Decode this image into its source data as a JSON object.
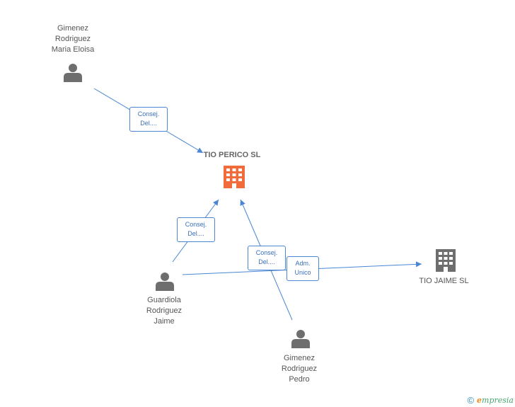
{
  "nodes": {
    "gimenez_maria": {
      "label": "Gimenez\nRodriguez\nMaria Eloisa",
      "type": "person"
    },
    "tio_perico": {
      "label": "TIO PERICO SL",
      "type": "company-main"
    },
    "guardiola_jaime": {
      "label": "Guardiola\nRodriguez\nJaime",
      "type": "person"
    },
    "tio_jaime": {
      "label": "TIO JAIME SL",
      "type": "company"
    },
    "gimenez_pedro": {
      "label": "Gimenez\nRodriguez\nPedro",
      "type": "person"
    }
  },
  "edges": {
    "maria_perico": {
      "label": "Consej.\nDel...."
    },
    "jaime_perico": {
      "label": "Consej.\nDel...."
    },
    "pedro_perico": {
      "label": "Consej.\nDel...."
    },
    "jaime_tiojaime": {
      "label": "Adm.\nUnico"
    }
  },
  "colors": {
    "edge": "#4a86d4",
    "person_icon": "#6e6e6e",
    "company_main_icon": "#f26b3a",
    "company_icon": "#6e6e6e"
  },
  "footer": {
    "copyright_symbol": "©",
    "brand_initial": "e",
    "brand_rest": "mpresia"
  }
}
